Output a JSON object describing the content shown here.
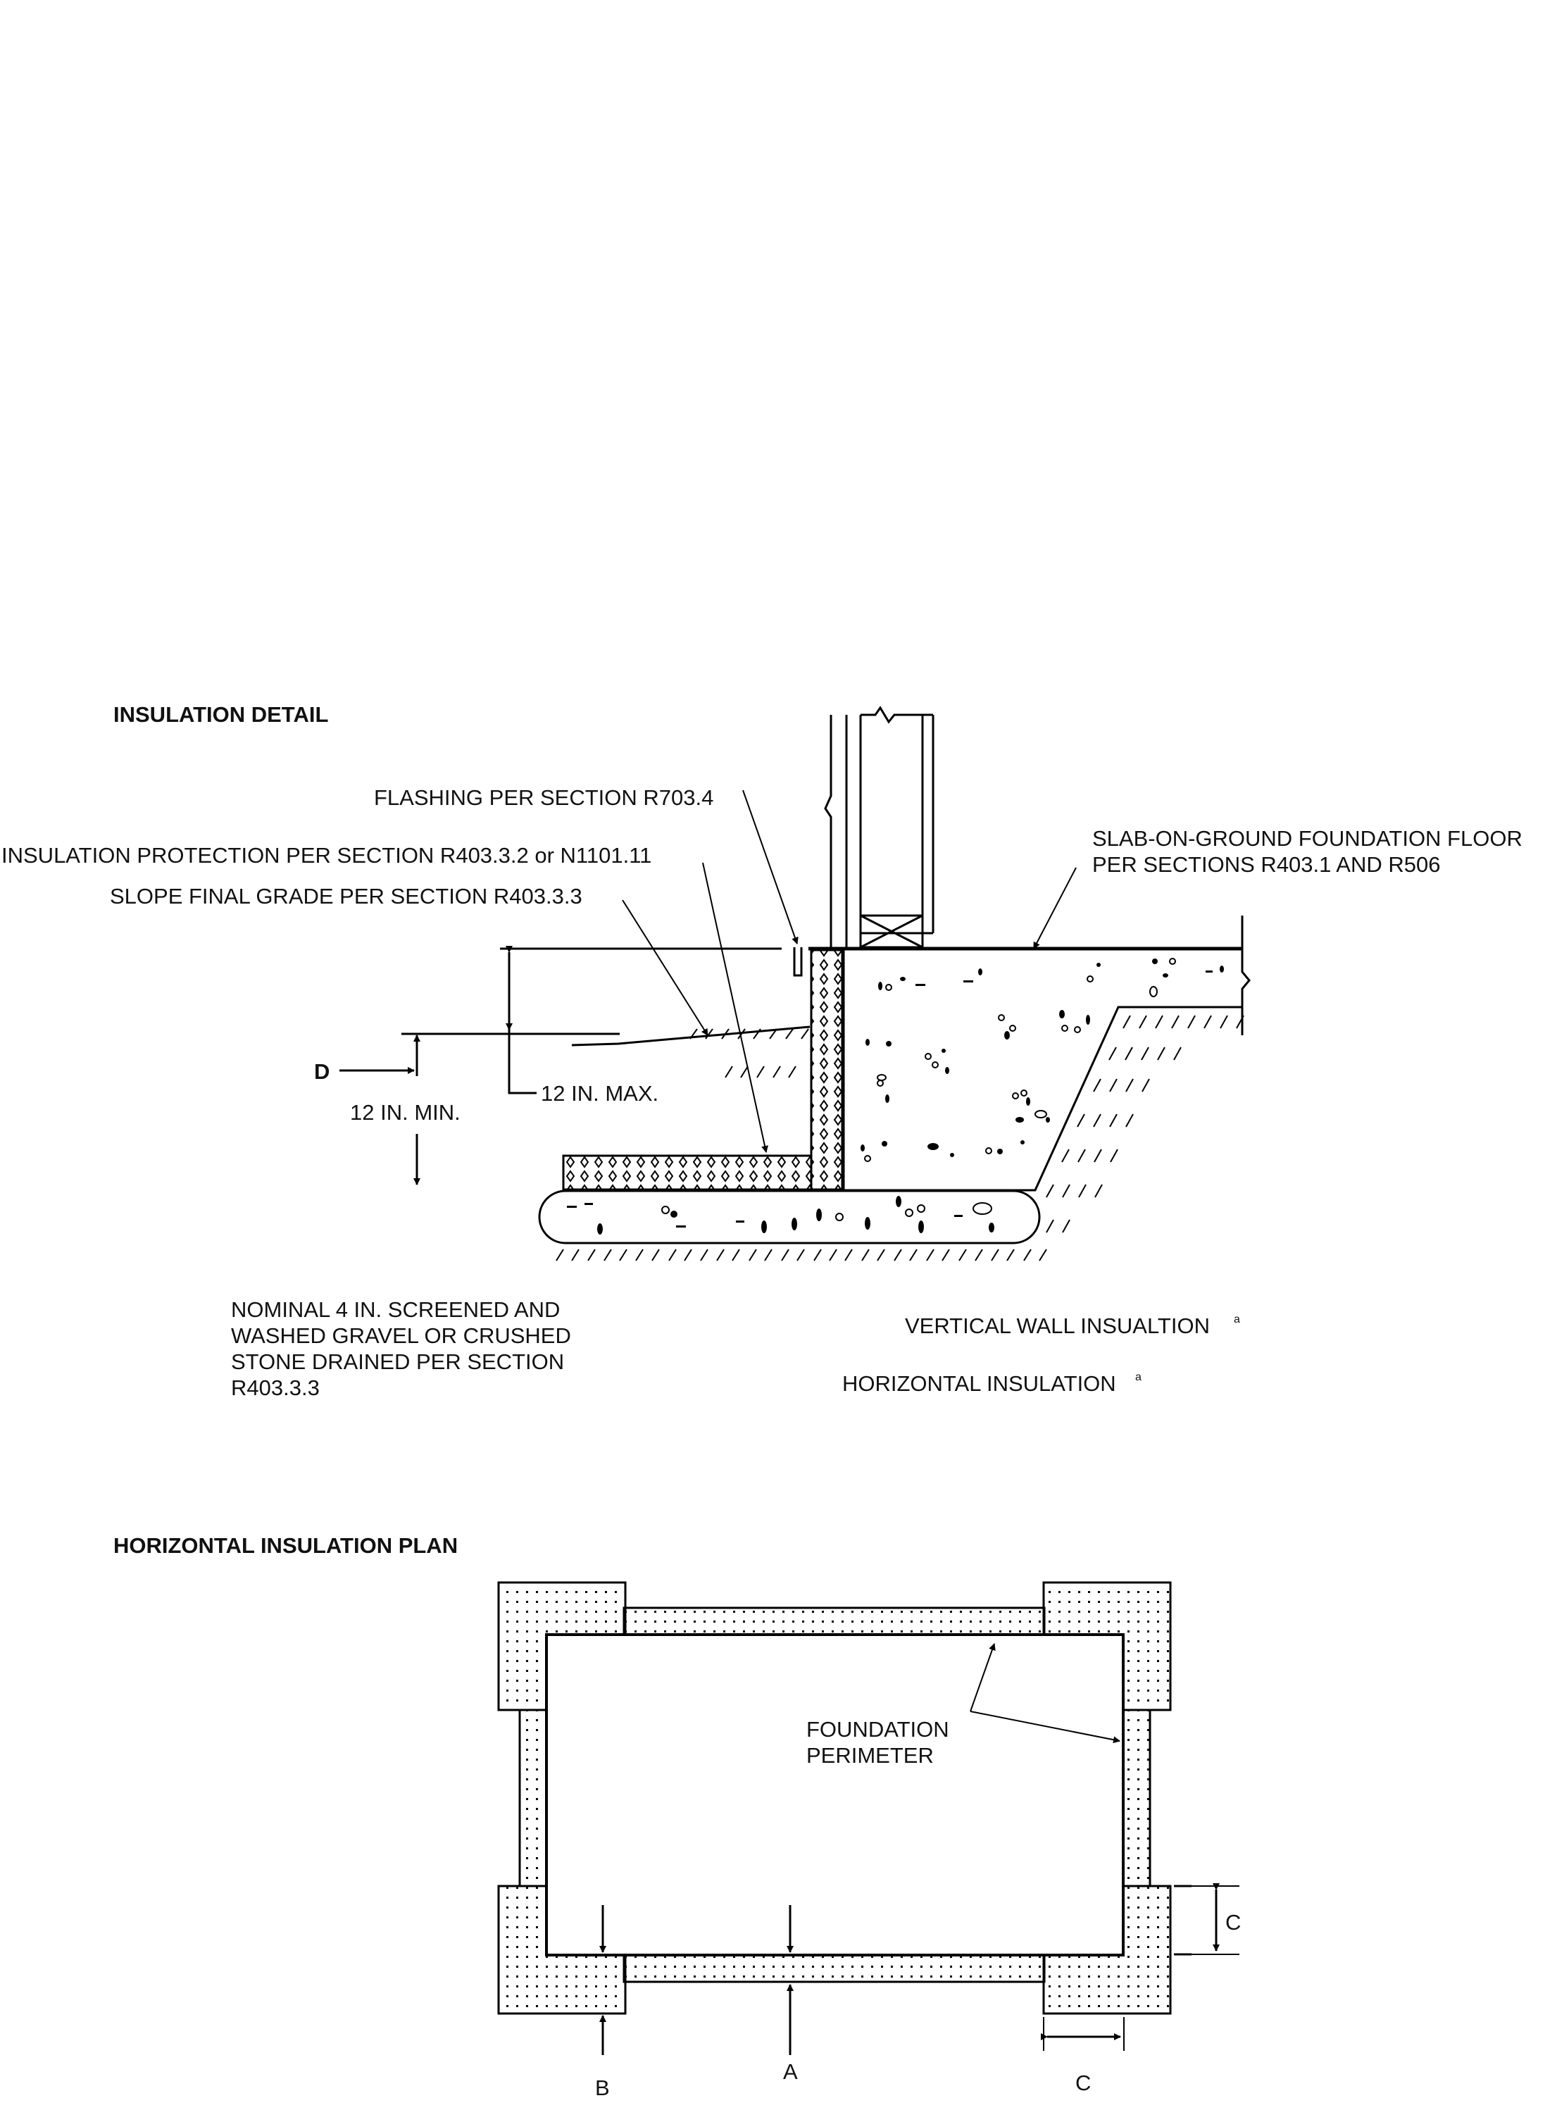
{
  "insulation_detail": {
    "title": "INSULATION DETAIL",
    "flashing": "FLASHING PER SECTION R703.4",
    "protection": "INSULATION PROTECTION PER SECTION R403.3.2 or N1101.11",
    "slope": "SLOPE FINAL GRADE PER SECTION R403.3.3",
    "slab_line1": "SLAB-ON-GROUND FOUNDATION FLOOR",
    "slab_line2": "PER SECTIONS R403.1 AND R506",
    "d_label": "D",
    "max_label": "12 IN. MAX.",
    "min_label": "12 IN. MIN.",
    "gravel_line1": "NOMINAL 4 IN. SCREENED AND",
    "gravel_line2": "WASHED GRAVEL OR CRUSHED",
    "gravel_line3": "STONE DRAINED PER SECTION",
    "gravel_line4": "R403.3.3",
    "vertical_insulation": "VERTICAL WALL INSUALTION",
    "horizontal_insulation": "HORIZONTAL INSULATION",
    "footnote_mark": "a"
  },
  "plan": {
    "title": "HORIZONTAL INSULATION PLAN",
    "perimeter_line1": "FOUNDATION",
    "perimeter_line2": "PERIMETER",
    "label_a": "A",
    "label_b": "B",
    "label_c": "C"
  }
}
